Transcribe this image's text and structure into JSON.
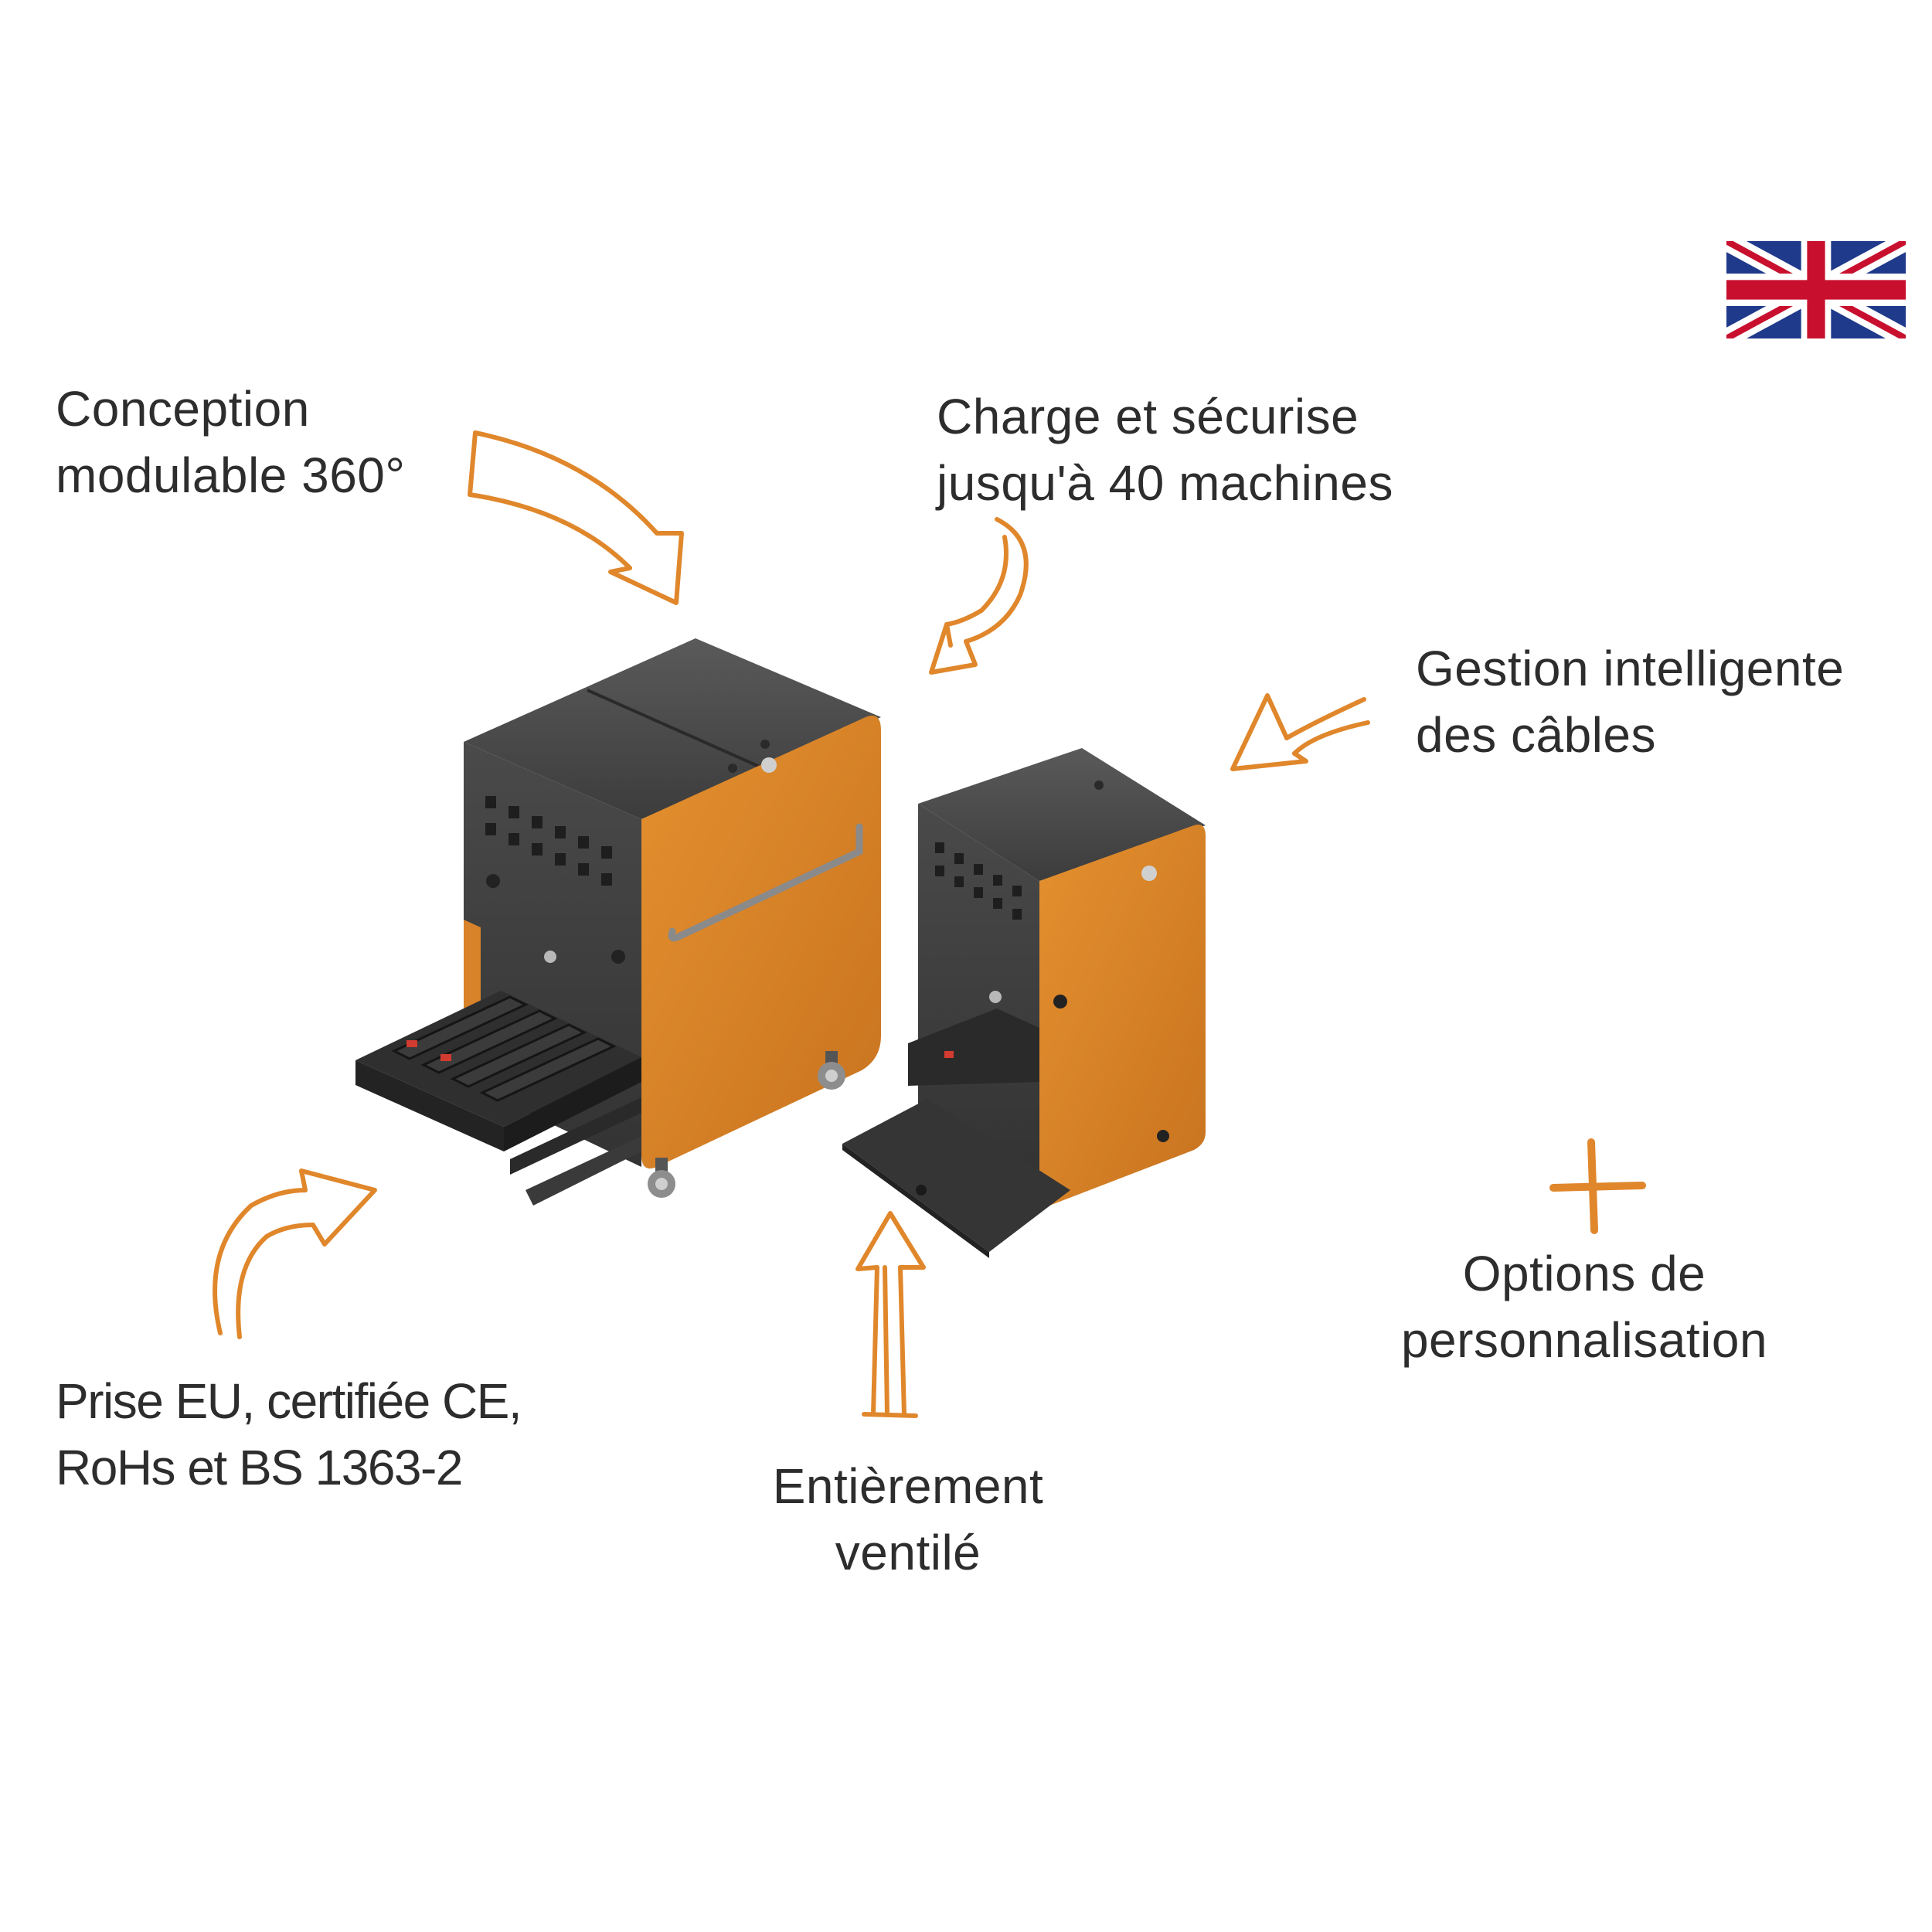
{
  "features": {
    "modular": {
      "line1": "Conception",
      "line2": "modulable 360°"
    },
    "capacity": {
      "line1": "Charge et sécurise",
      "line2": "jusqu'à 40 machines"
    },
    "cables": {
      "line1": "Gestion intelligente",
      "line2": "des câbles"
    },
    "plug": {
      "line1": "Prise EU, certifiée CE,",
      "line2": "RoHs et BS 1363-2"
    },
    "ventilation": {
      "line1": "Entièrement",
      "line2": "ventilé"
    },
    "options": {
      "symbol": "+",
      "line1": "Options de",
      "line2": "personnalisation"
    }
  },
  "icons": {
    "language_flag": "uk-flag-icon",
    "arrows": "hand-drawn-arrow-icon",
    "plus": "plus-icon"
  },
  "colors": {
    "accent_orange": "#e0872c",
    "cabinet_orange": "#d8822a",
    "cabinet_dark": "#454545",
    "text": "#2d2d2d"
  }
}
